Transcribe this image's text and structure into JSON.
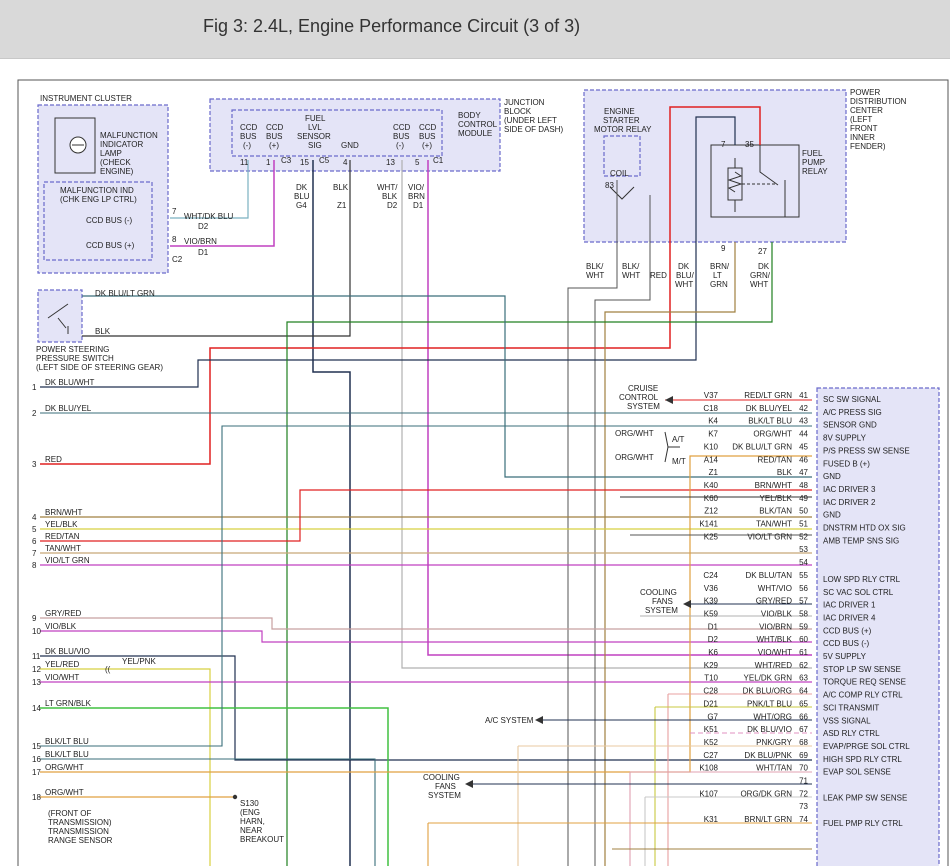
{
  "title": "Fig 3: 2.4L, Engine Performance Circuit (3 of 3)",
  "colors": {
    "component_fill": "#e4e4f7",
    "component_border": "#6a6acb",
    "red_wire": "#e02020",
    "violet_wire": "#c040c0",
    "green_wire": "#40a840",
    "dark_blue_wire": "#203050",
    "dark_green_wire": "#208020"
  },
  "components": {
    "instrument_cluster": "INSTRUMENT CLUSTER",
    "mil_label": [
      "MALFUNCTION",
      "INDICATOR",
      "LAMP",
      "(CHECK",
      "ENGINE)"
    ],
    "mil_control": [
      "MALFUNCTION IND",
      "(CHK ENG LP CTRL)"
    ],
    "ccd_minus": "CCD BUS (-)",
    "ccd_plus": "CCD BUS (+)",
    "cluster_connector": "C2",
    "bcm_label": [
      "JUNCTION",
      "BLOCK",
      "(UNDER LEFT",
      "SIDE OF DASH)"
    ],
    "bcm_module": [
      "BODY",
      "CONTROL",
      "MODULE"
    ],
    "bcm_pins": [
      {
        "lines": [
          "CCD",
          "BUS",
          "(-)"
        ],
        "pin": "11"
      },
      {
        "lines": [
          "CCD",
          "BUS",
          "(+)"
        ],
        "pin": "1"
      },
      {
        "lines": [
          "FUEL",
          "LVL",
          "SENSOR",
          "SIG"
        ],
        "pin": "15"
      },
      {
        "lines": [
          "GND"
        ],
        "pin": "4"
      },
      {
        "lines": [
          "CCD",
          "BUS",
          "(-)"
        ],
        "pin": "13"
      },
      {
        "lines": [
          "CCD",
          "BUS",
          "(+)"
        ],
        "pin": "5"
      }
    ],
    "bcm_connectors": [
      "C3",
      "C5",
      "C1"
    ],
    "relay_label": [
      "ENGINE",
      "STARTER",
      "MOTOR RELAY"
    ],
    "coil": "COIL",
    "pdc_label": [
      "POWER",
      "DISTRIBUTION",
      "CENTER",
      "(LEFT",
      "FRONT",
      "INNER",
      "FENDER)"
    ],
    "fuel_pump_relay": [
      "FUEL",
      "PUMP",
      "RELAY"
    ],
    "relay_pins": [
      "7",
      "35",
      "83",
      "9",
      "27"
    ],
    "ps_switch": [
      "POWER STEERING",
      "PRESSURE SWITCH",
      "(LEFT SIDE OF STEERING GEAR)"
    ],
    "transmission_sensor": [
      "(FRONT OF",
      "TRANSMISSION)",
      "TRANSMISSION",
      "RANGE SENSOR"
    ],
    "splice": [
      "S130",
      "(ENG",
      "HARN,",
      "NEAR",
      "BREAKOUT"
    ]
  },
  "top_wire_labels": [
    [
      "WHT/DK BLU",
      "D2"
    ],
    [
      "VIO/BRN",
      "D1"
    ],
    [
      "DK",
      "BLU",
      "G4"
    ],
    [
      "BLK",
      "",
      "Z1"
    ],
    [
      "WHT/",
      "BLK",
      "D2"
    ],
    [
      "VIO/",
      "BRN",
      "D1"
    ],
    [
      "BLK/",
      "WHT"
    ],
    [
      "BLK/",
      "WHT"
    ],
    [
      "RED"
    ],
    [
      "DK",
      "BLU/",
      "WHT"
    ],
    [
      "BRN/",
      "LT",
      "GRN"
    ],
    [
      "DK",
      "GRN/",
      "WHT"
    ]
  ],
  "ps_wire_labels": [
    "DK BLU/LT GRN",
    "BLK"
  ],
  "left_pins": [
    {
      "num": "1",
      "color": "DK BLU/WHT"
    },
    {
      "num": "2",
      "color": "DK BLU/YEL"
    },
    {
      "num": "3",
      "color": "RED"
    },
    {
      "num": "4",
      "color": "BRN/WHT"
    },
    {
      "num": "5",
      "color": "YEL/BLK"
    },
    {
      "num": "6",
      "color": "RED/TAN"
    },
    {
      "num": "7",
      "color": "TAN/WHT"
    },
    {
      "num": "8",
      "color": "VIO/LT GRN"
    },
    {
      "num": "9",
      "color": "GRY/RED"
    },
    {
      "num": "10",
      "color": "VIO/BLK"
    },
    {
      "num": "11",
      "color": "DK BLU/VIO"
    },
    {
      "num": "12",
      "color": "YEL/RED"
    },
    {
      "num": "13",
      "color": "VIO/WHT"
    },
    {
      "num": "14",
      "color": "LT GRN/BLK"
    },
    {
      "num": "15",
      "color": "BLK/LT BLU"
    },
    {
      "num": "16",
      "color": "BLK/LT BLU"
    },
    {
      "num": "17",
      "color": "ORG/WHT"
    },
    {
      "num": "18",
      "color": "ORG/WHT"
    }
  ],
  "splice_label": "YEL/PNK",
  "pcm_pins": [
    {
      "pin": "41",
      "circuit": "V37",
      "color": "RED/LT GRN",
      "func": "SC SW SIGNAL"
    },
    {
      "pin": "42",
      "circuit": "C18",
      "color": "DK BLU/YEL",
      "func": "A/C PRESS SIG"
    },
    {
      "pin": "43",
      "circuit": "K4",
      "color": "BLK/LT BLU",
      "func": "SENSOR GND"
    },
    {
      "pin": "44",
      "circuit": "K7",
      "color": "ORG/WHT",
      "func": "8V SUPPLY"
    },
    {
      "pin": "45",
      "circuit": "K10",
      "color": "DK BLU/LT GRN",
      "func": "P/S PRESS SW SENSE"
    },
    {
      "pin": "46",
      "circuit": "A14",
      "color": "RED/TAN",
      "func": "FUSED B (+)"
    },
    {
      "pin": "47",
      "circuit": "Z1",
      "color": "BLK",
      "func": "GND"
    },
    {
      "pin": "48",
      "circuit": "K40",
      "color": "BRN/WHT",
      "func": "IAC DRIVER 3"
    },
    {
      "pin": "49",
      "circuit": "K60",
      "color": "YEL/BLK",
      "func": "IAC DRIVER 2"
    },
    {
      "pin": "50",
      "circuit": "Z12",
      "color": "BLK/TAN",
      "func": "GND"
    },
    {
      "pin": "51",
      "circuit": "K141",
      "color": "TAN/WHT",
      "func": "DNSTRM HTD OX SIG"
    },
    {
      "pin": "52",
      "circuit": "K25",
      "color": "VIO/LT GRN",
      "func": "AMB TEMP SNS SIG"
    },
    {
      "pin": "53",
      "circuit": "",
      "color": "",
      "func": ""
    },
    {
      "pin": "54",
      "circuit": "",
      "color": "",
      "func": ""
    },
    {
      "pin": "55",
      "circuit": "C24",
      "color": "DK BLU/TAN",
      "func": "LOW SPD RLY CTRL"
    },
    {
      "pin": "56",
      "circuit": "V36",
      "color": "WHT/VIO",
      "func": "SC VAC SOL CTRL"
    },
    {
      "pin": "57",
      "circuit": "K39",
      "color": "GRY/RED",
      "func": "IAC DRIVER 1"
    },
    {
      "pin": "58",
      "circuit": "K59",
      "color": "VIO/BLK",
      "func": "IAC DRIVER 4"
    },
    {
      "pin": "59",
      "circuit": "D1",
      "color": "VIO/BRN",
      "func": "CCD BUS (+)"
    },
    {
      "pin": "60",
      "circuit": "D2",
      "color": "WHT/BLK",
      "func": "CCD BUS (-)"
    },
    {
      "pin": "61",
      "circuit": "K6",
      "color": "VIO/WHT",
      "func": "5V SUPPLY"
    },
    {
      "pin": "62",
      "circuit": "K29",
      "color": "WHT/RED",
      "func": "STOP LP SW SENSE"
    },
    {
      "pin": "63",
      "circuit": "T10",
      "color": "YEL/DK GRN",
      "func": "TORQUE REQ SENSE"
    },
    {
      "pin": "64",
      "circuit": "C28",
      "color": "DK BLU/ORG",
      "func": "A/C COMP RLY CTRL"
    },
    {
      "pin": "65",
      "circuit": "D21",
      "color": "PNK/LT BLU",
      "func": "SCI TRANSMIT"
    },
    {
      "pin": "66",
      "circuit": "G7",
      "color": "WHT/ORG",
      "func": "VSS SIGNAL"
    },
    {
      "pin": "67",
      "circuit": "K51",
      "color": "DK BLU/VIO",
      "func": "ASD RLY CTRL"
    },
    {
      "pin": "68",
      "circuit": "K52",
      "color": "PNK/GRY",
      "func": "EVAP/PRGE SOL CTRL"
    },
    {
      "pin": "69",
      "circuit": "C27",
      "color": "DK BLU/PNK",
      "func": "HIGH SPD RLY CTRL"
    },
    {
      "pin": "70",
      "circuit": "K108",
      "color": "WHT/TAN",
      "func": "EVAP SOL SENSE"
    },
    {
      "pin": "71",
      "circuit": "",
      "color": "",
      "func": ""
    },
    {
      "pin": "72",
      "circuit": "K107",
      "color": "ORG/DK GRN",
      "func": "LEAK PMP SW SENSE"
    },
    {
      "pin": "73",
      "circuit": "",
      "color": "",
      "func": ""
    },
    {
      "pin": "74",
      "circuit": "K31",
      "color": "BRN/LT GRN",
      "func": "FUEL PMP RLY CTRL"
    }
  ],
  "external_systems": {
    "cruise": [
      "CRUISE",
      "CONTROL",
      "SYSTEM"
    ],
    "cooling1": [
      "COOLING",
      "FANS",
      "SYSTEM"
    ],
    "ac": "A/C SYSTEM",
    "cooling2": [
      "COOLING",
      "FANS",
      "SYSTEM"
    ],
    "at_label": "A/T",
    "mt_label": "M/T",
    "at_wire": "ORG/WHT",
    "mt_wire": "ORG/WHT"
  }
}
